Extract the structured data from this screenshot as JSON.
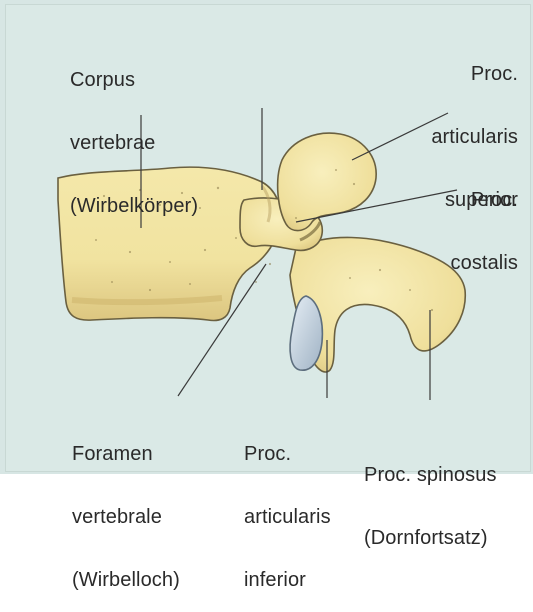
{
  "colors": {
    "background": "#dae9e6",
    "bone": "#f3e7a8",
    "bone_shade": "#d6c077",
    "outline": "#6a6040",
    "foramen": "#b9c8d6",
    "text": "#2a2a2a",
    "leader": "#3a3a3a"
  },
  "labels": {
    "corpus": {
      "line1": "Corpus",
      "line2": "vertebrae",
      "line3": "(Wirbelkörper)"
    },
    "sup": {
      "line1": "Proc.",
      "line2": "articularis",
      "line3": "superior"
    },
    "costalis": {
      "line1": "Proc.",
      "line2": "costalis"
    },
    "foramen": {
      "line1": "Foramen",
      "line2": "vertebrale",
      "line3": "(Wirbelloch)"
    },
    "inf": {
      "line1": "Proc.",
      "line2": "articularis",
      "line3": "inferior"
    },
    "spinosus": {
      "line1": "Proc. spinosus",
      "line2": "(Dornfortsatz)"
    }
  }
}
